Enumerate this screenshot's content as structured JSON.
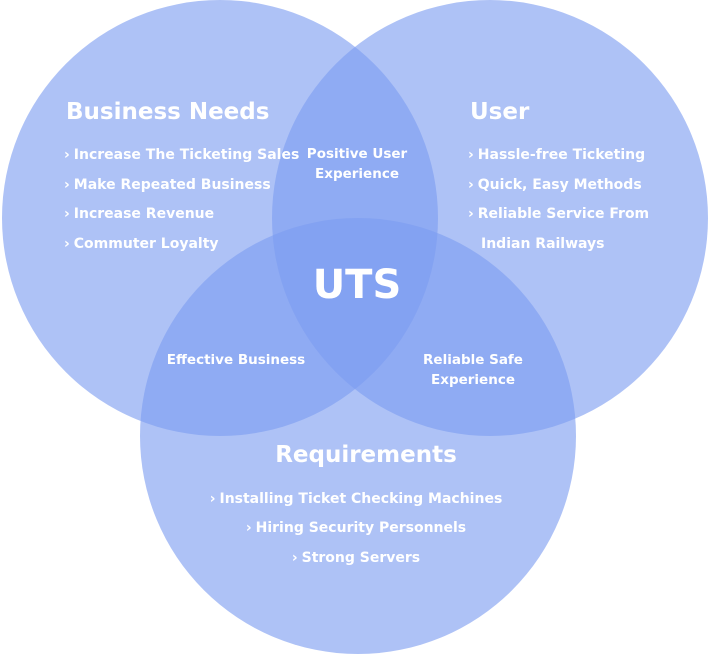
{
  "center": {
    "label": "UTS"
  },
  "sets": {
    "business": {
      "title": "Business Needs",
      "items": [
        "Increase The Ticketing Sales",
        "Make Repeated Business",
        "Increase Revenue",
        "Commuter Loyalty"
      ]
    },
    "user": {
      "title": "User",
      "items": [
        "Hassle-free Ticketing",
        "Quick, Easy Methods",
        "Reliable Service From",
        "Indian Railways"
      ]
    },
    "requirements": {
      "title": "Requirements",
      "items": [
        "Installing Ticket Checking Machines",
        "Hiring Security Personnels",
        "Strong Servers"
      ]
    }
  },
  "overlaps": {
    "business_user": [
      "Positive User",
      "Experience"
    ],
    "business_requirements": [
      "Effective Business"
    ],
    "user_requirements": [
      "Reliable Safe",
      "Experience"
    ]
  },
  "bullet_glyph": "›",
  "colors": {
    "circle_fill": "#7d9cf1",
    "text": "#ffffff"
  }
}
